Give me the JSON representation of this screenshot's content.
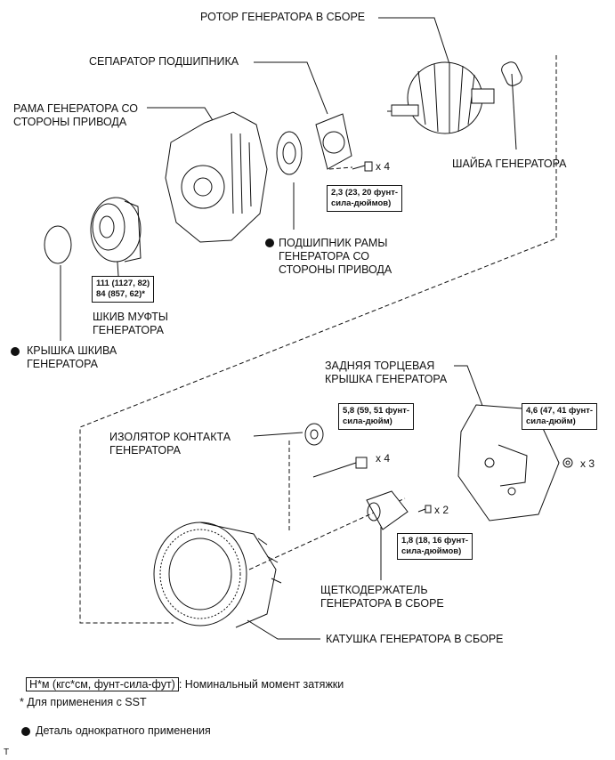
{
  "labels": {
    "rotor": "РОТОР ГЕНЕРАТОРА В СБОРЕ",
    "separator": "СЕПАРАТОР ПОДШИПНИКА",
    "drive_frame": "РАМА ГЕНЕРАТОРА СО\nСТОРОНЫ ПРИВОДА",
    "washer": "ШАЙБА ГЕНЕРАТОРА",
    "bearing": "ПОДШИПНИК РАМЫ\nГЕНЕРАТОРА СО\nСТОРОНЫ ПРИВОДА",
    "pulley": "ШКИВ МУФТЫ\nГЕНЕРАТОРА",
    "pulley_cap": "КРЫШКА ШКИВА\nГЕНЕРАТОРА",
    "rear_cover": "ЗАДНЯЯ ТОРЦЕВАЯ\nКРЫШКА ГЕНЕРАТОРА",
    "insulator": "ИЗОЛЯТОР КОНТАКТА\nГЕНЕРАТОРА",
    "brush_holder": "ЩЕТКОДЕРЖАТЕЛЬ\nГЕНЕРАТОРА В СБОРЕ",
    "coil": "КАТУШКА ГЕНЕРАТОРА В СБОРЕ"
  },
  "torque": {
    "separator_screw": "2,3 (23, 20 фунт-\nсила-дюймов)",
    "pulley": "111 (1127, 82)\n84 (857, 62)*",
    "bolt": "5,8 (59, 51 фунт-\nсила-дюйм)",
    "nut": "4,6 (47, 41 фунт-\nсила-дюйм)",
    "brush_screw": "1,8 (18, 16 фунт-\nсила-дюймов)"
  },
  "quantities": {
    "separator_screw": "x 4",
    "bolt": "x 4",
    "nut": "x 3",
    "brush_screw": "x 2"
  },
  "legend": {
    "torque_box": "Н*м (кгс*см, фунт-сила-фут)",
    "torque_text": ": Номинальный момент затяжки",
    "sst_note": "* Для применения с SST",
    "single_use": "Деталь однократного применения"
  },
  "footer": "T"
}
